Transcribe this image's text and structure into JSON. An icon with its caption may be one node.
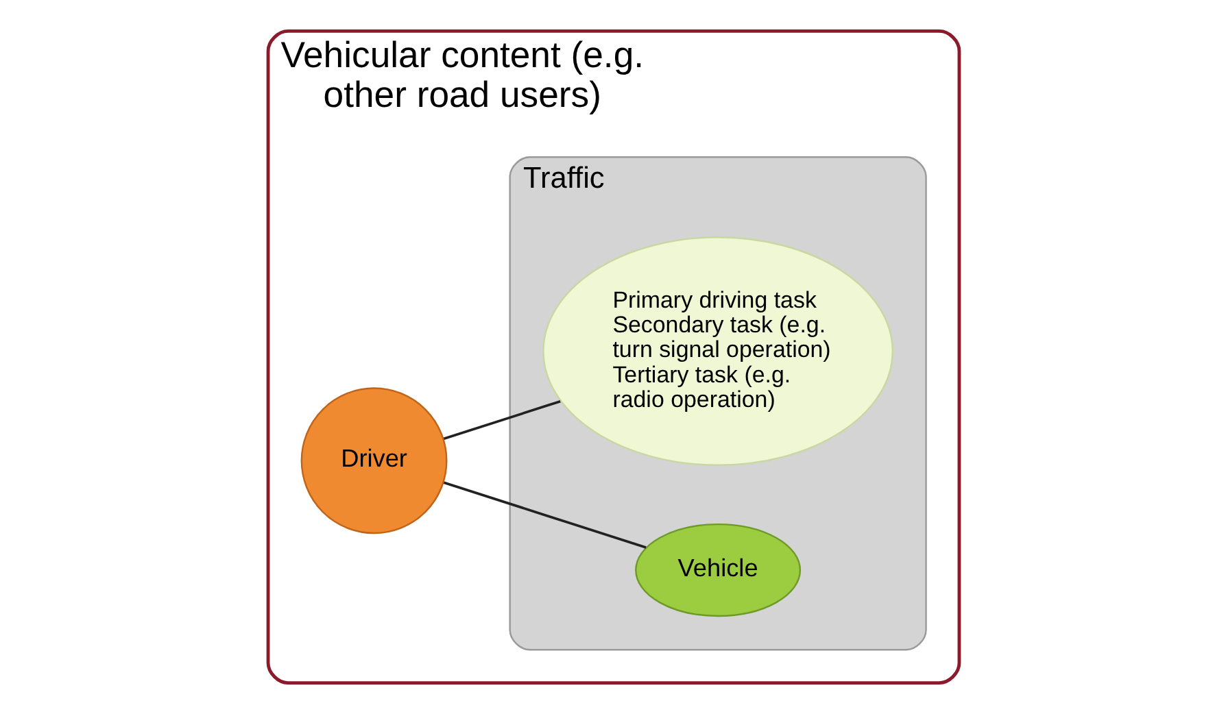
{
  "diagram": {
    "nodes": [
      {
        "text": [
          "Vehicular content (e.g. other road users)"
        ]
      },
      {
        "text": [
          "Traffic"
        ],
        "in": 0
      },
      {
        "text": [
          "Primary driving task",
          "Secondary task (e.g. turn signal operation)",
          "Tertiary task (e.g. radio operation)"
        ],
        "in": 1
      },
      {
        "text": [
          "Driver"
        ],
        "in": 0
      },
      {
        "text": [
          "Vehicle"
        ],
        "in": 1
      }
    ],
    "edges": [
      {
        "from": 3,
        "to": 2,
        "arrow": "none"
      },
      {
        "from": 3,
        "to": 4,
        "arrow": "none"
      }
    ]
  }
}
